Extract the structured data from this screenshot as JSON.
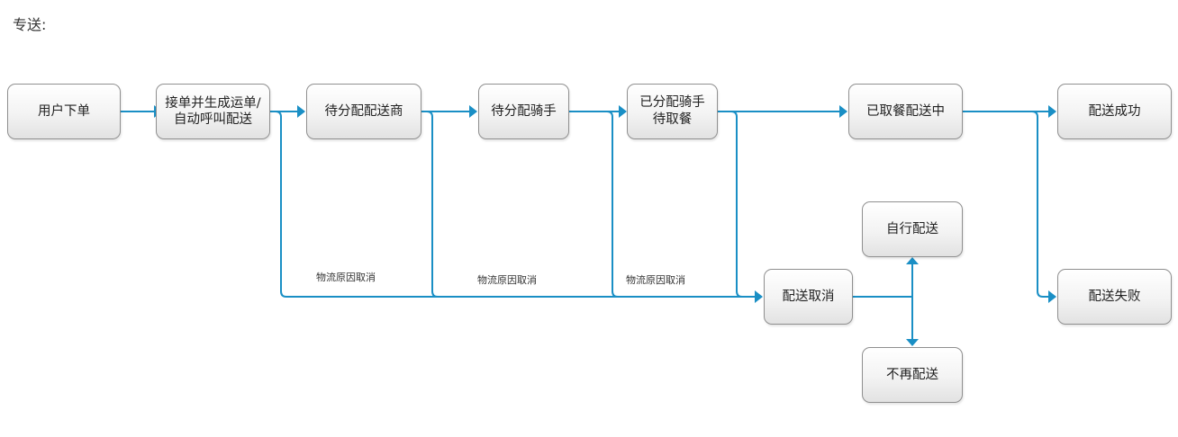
{
  "title": "专送:",
  "nodes": {
    "user_order": "用户下单",
    "accept": "接单并生成运单/自动呼叫配送",
    "wait_merchant": "待分配配送商",
    "wait_rider": "待分配骑手",
    "assigned": "已分配骑手待取餐",
    "picked": "已取餐配送中",
    "success": "配送成功",
    "cancel": "配送取消",
    "self": "自行配送",
    "no_more": "不再配送",
    "fail": "配送失败"
  },
  "edge_labels": [
    "物流原因取消",
    "物流原因取消",
    "物流原因取消"
  ],
  "colors": {
    "line": "#1a8fc5",
    "border": "#8f8f8f"
  }
}
